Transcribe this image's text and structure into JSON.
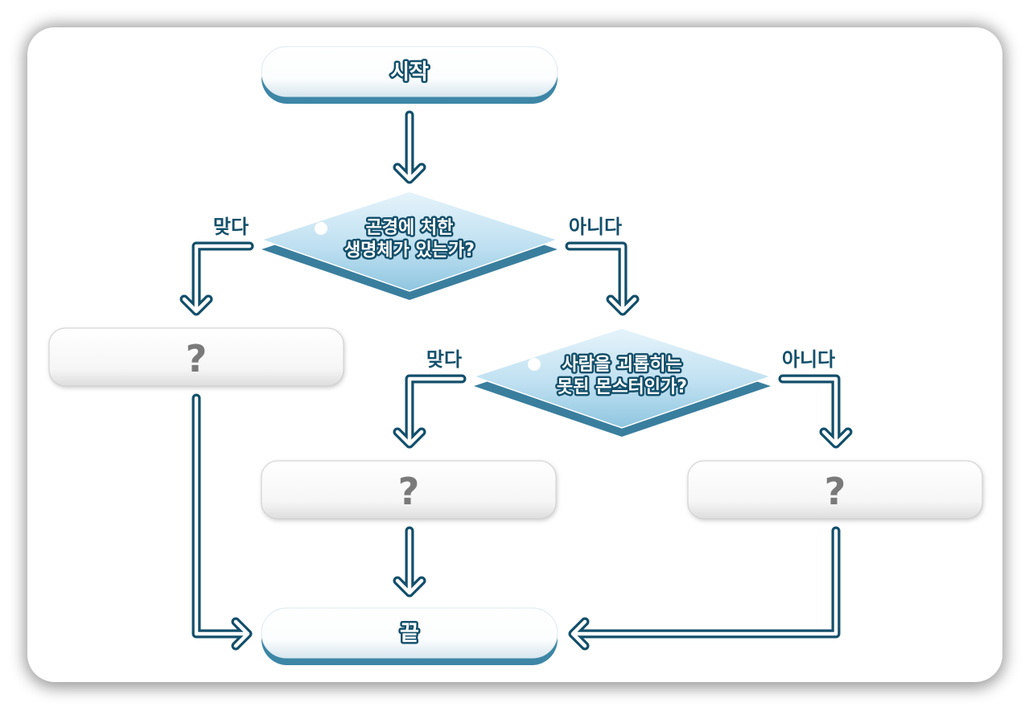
{
  "flowchart": {
    "start_label": "시작",
    "end_label": "끝",
    "decision1": {
      "line1": "곤경에 처한",
      "line2": "생명체가 있는가?",
      "yes_label": "맞다",
      "no_label": "아니다"
    },
    "decision2": {
      "line1": "사람을 괴롭히는",
      "line2": "못된 몬스터인가?",
      "yes_label": "맞다",
      "no_label": "아니다"
    },
    "result_left": "?",
    "result_middle": "?",
    "result_right": "?"
  },
  "colors": {
    "outline": "#134f6b",
    "arrow_fill": "#ffffff",
    "pill_base": "#3d86a6",
    "diamond_light": "#d4ecf8",
    "diamond_dark": "#8fc6e0",
    "placeholder_text": "#7a7a7a"
  }
}
